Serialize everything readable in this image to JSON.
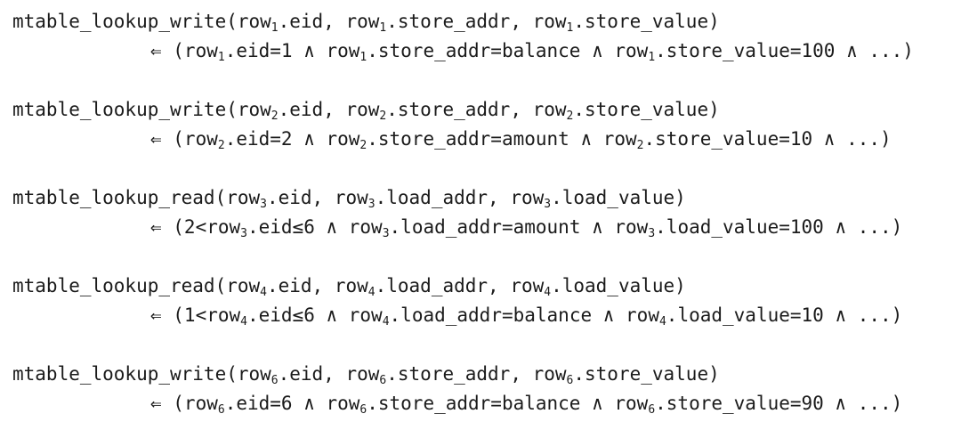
{
  "page": {
    "background": "#ffffff",
    "text_color": "#1b1b1b"
  },
  "notation": {
    "implied_by_symbol": "⇐",
    "and_symbol": "∧",
    "less_equal_symbol": "≤",
    "ellipsis": "..."
  },
  "formulas": [
    {
      "id": "mtable-lookup-write-row1",
      "head": [
        {
          "t": "mtable_lookup_write(row"
        },
        {
          "sub": "1"
        },
        {
          "t": ".eid, row"
        },
        {
          "sub": "1"
        },
        {
          "t": ".store_addr, row"
        },
        {
          "sub": "1"
        },
        {
          "t": ".store_value)"
        }
      ],
      "body": [
        {
          "t": "⇐ (row"
        },
        {
          "sub": "1"
        },
        {
          "t": ".eid=1 ∧ row"
        },
        {
          "sub": "1"
        },
        {
          "t": ".store_addr=balance ∧ row"
        },
        {
          "sub": "1"
        },
        {
          "t": ".store_value=100 ∧ ...)"
        }
      ]
    },
    {
      "id": "mtable-lookup-write-row2",
      "head": [
        {
          "t": "mtable_lookup_write(row"
        },
        {
          "sub": "2"
        },
        {
          "t": ".eid, row"
        },
        {
          "sub": "2"
        },
        {
          "t": ".store_addr, row"
        },
        {
          "sub": "2"
        },
        {
          "t": ".store_value)"
        }
      ],
      "body": [
        {
          "t": "⇐ (row"
        },
        {
          "sub": "2"
        },
        {
          "t": ".eid=2 ∧ row"
        },
        {
          "sub": "2"
        },
        {
          "t": ".store_addr=amount ∧ row"
        },
        {
          "sub": "2"
        },
        {
          "t": ".store_value=10 ∧ ...)"
        }
      ]
    },
    {
      "id": "mtable-lookup-read-row3",
      "head": [
        {
          "t": "mtable_lookup_read(row"
        },
        {
          "sub": "3"
        },
        {
          "t": ".eid, row"
        },
        {
          "sub": "3"
        },
        {
          "t": ".load_addr, row"
        },
        {
          "sub": "3"
        },
        {
          "t": ".load_value)"
        }
      ],
      "body": [
        {
          "t": "⇐ (2<row"
        },
        {
          "sub": "3"
        },
        {
          "t": ".eid≤6 ∧ row"
        },
        {
          "sub": "3"
        },
        {
          "t": ".load_addr=amount ∧ row"
        },
        {
          "sub": "3"
        },
        {
          "t": ".load_value=100 ∧ ...)"
        }
      ]
    },
    {
      "id": "mtable-lookup-read-row4",
      "head": [
        {
          "t": "mtable_lookup_read(row"
        },
        {
          "sub": "4"
        },
        {
          "t": ".eid, row"
        },
        {
          "sub": "4"
        },
        {
          "t": ".load_addr, row"
        },
        {
          "sub": "4"
        },
        {
          "t": ".load_value)"
        }
      ],
      "body": [
        {
          "t": "⇐ (1<row"
        },
        {
          "sub": "4"
        },
        {
          "t": ".eid≤6 ∧ row"
        },
        {
          "sub": "4"
        },
        {
          "t": ".load_addr=balance ∧ row"
        },
        {
          "sub": "4"
        },
        {
          "t": ".load_value=10 ∧ ...)"
        }
      ]
    },
    {
      "id": "mtable-lookup-write-row6",
      "head": [
        {
          "t": "mtable_lookup_write(row"
        },
        {
          "sub": "6"
        },
        {
          "t": ".eid, row"
        },
        {
          "sub": "6"
        },
        {
          "t": ".store_addr, row"
        },
        {
          "sub": "6"
        },
        {
          "t": ".store_value)"
        }
      ],
      "body": [
        {
          "t": "⇐ (row"
        },
        {
          "sub": "6"
        },
        {
          "t": ".eid=6 ∧ row"
        },
        {
          "sub": "6"
        },
        {
          "t": ".store_addr=balance ∧ row"
        },
        {
          "sub": "6"
        },
        {
          "t": ".store_value=90 ∧ ...)"
        }
      ]
    }
  ]
}
